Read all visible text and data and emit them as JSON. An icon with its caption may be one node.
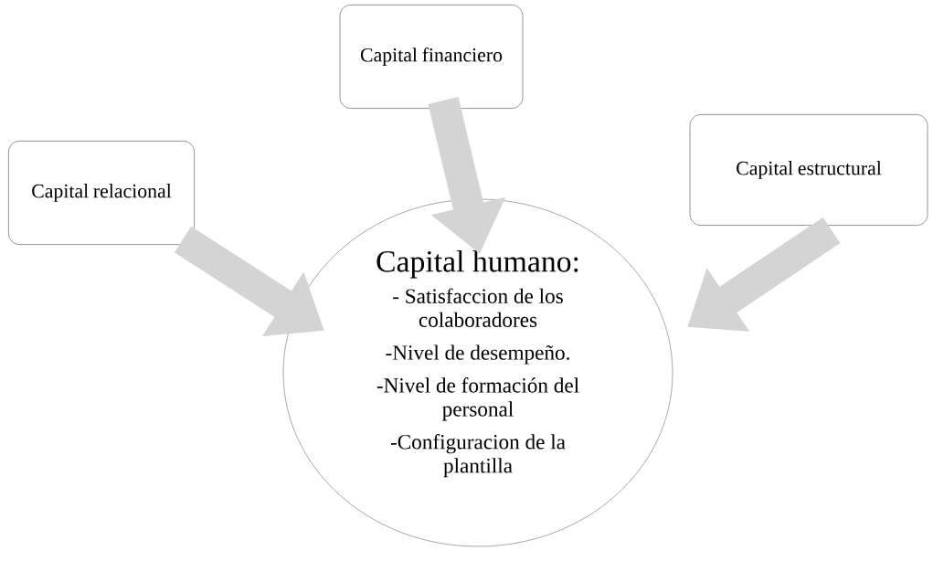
{
  "diagram": {
    "nodes": [
      {
        "text": [
          "Capital financiero"
        ]
      },
      {
        "text": [
          "Capital relacional"
        ]
      },
      {
        "text": [
          "Capital estructural"
        ]
      },
      {
        "text": [
          "Capital humano:",
          "- Satisfaccion de los colaboradores",
          "-Nivel de desempeño.",
          "-Nivel de formación del personal",
          "-Configuracion de la plantilla"
        ]
      }
    ],
    "edges": [
      {
        "from": 0,
        "to": 3,
        "arrow": "to"
      },
      {
        "from": 1,
        "to": 3,
        "arrow": "to"
      },
      {
        "from": 2,
        "to": 3,
        "arrow": "to"
      }
    ]
  }
}
